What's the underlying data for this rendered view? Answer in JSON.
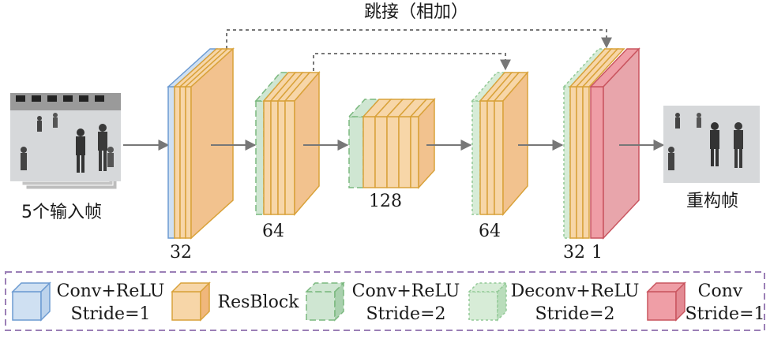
{
  "title": "跳接（相加）",
  "input_label": "5个输入帧",
  "output_label": "重构帧",
  "channel_labels": {
    "enc1": "32",
    "enc2": "64",
    "bottleneck": "128",
    "dec1": "64",
    "dec2": "32",
    "out": "1"
  },
  "legend": [
    {
      "line1": "Conv+ReLU",
      "line2": "Stride=1",
      "color": "#6d9bd1"
    },
    {
      "line1": "ResBlock",
      "line2": "",
      "color": "#d9a23a"
    },
    {
      "line1": "Conv+ReLU",
      "line2": "Stride=2",
      "color": "#7ab87e"
    },
    {
      "line1": "Deconv+ReLU",
      "line2": "Stride=2",
      "color": "#92c996"
    },
    {
      "line1": "Conv",
      "line2": "Stride=1",
      "color": "#d46a74"
    }
  ],
  "colors": {
    "conv_fill": "#cfe0f2",
    "conv_edge": "#6d9bd1",
    "res_fill": "#f7d6a8",
    "res_side": "#f0b77c",
    "res_edge": "#d9a23a",
    "down_fill": "#cfe6d2",
    "down_edge": "#7ab87e",
    "up_fill": "#d7ecd7",
    "up_edge": "#92c996",
    "final_fill": "#ef9ea6",
    "final_side": "#e8a5ab",
    "final_edge": "#c9555f",
    "arrow": "#7a7a7a",
    "legend_border": "#9b7fb6"
  }
}
